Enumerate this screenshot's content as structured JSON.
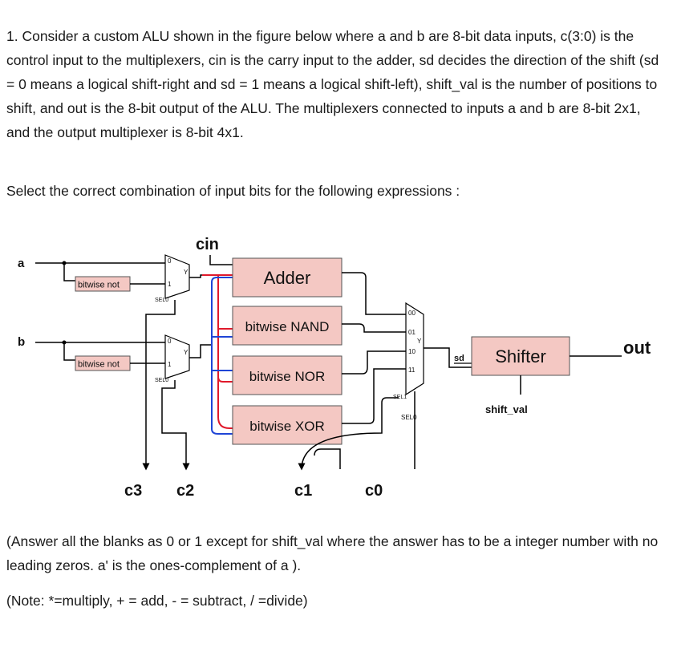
{
  "question": {
    "text": "1. Consider a custom ALU shown in the figure below where  a and b are 8-bit data inputs, c(3:0) is the control input to the multiplexers, cin is the carry input to the adder, sd decides the direction of the shift (sd = 0 means a logical shift-right and sd = 1 means a logical shift-left), shift_val is the number of positions to shift, and out is the 8-bit output of the ALU. The multiplexers connected to inputs a and b are 8-bit 2x1, and the output multiplexer is 8-bit 4x1.",
    "select_prompt": "Select the correct combination of input bits for the following expressions :",
    "answer_instructions": "(Answer all the blanks as 0 or 1 except for shift_val where the answer has to be a integer number with no leading zeros. a' is the ones-complement of a ).",
    "note": "(Note:  *=multiply, + = add,  - = subtract, / =divide)"
  },
  "diagram": {
    "inputs": {
      "a": "a",
      "b": "b",
      "cin": "cin"
    },
    "inverters": {
      "a": "bitwise not",
      "b": "bitwise not"
    },
    "mux_labels": {
      "in0": "0",
      "in1": "1",
      "out": "Y",
      "sel": "SEL0"
    },
    "out_mux": {
      "in0": "00",
      "in1": "01",
      "in2": "10",
      "in3": "11",
      "out": "Y",
      "sel1": "SEL1",
      "sel0": "SEL0"
    },
    "blocks": {
      "adder": "Adder",
      "nand": "bitwise NAND",
      "nor": "bitwise NOR",
      "xor": "bitwise XOR",
      "shifter": "Shifter"
    },
    "shifter": {
      "sd": "sd",
      "shift_val": "shift_val",
      "out": "out"
    },
    "controls": {
      "c3": "c3",
      "c2": "c2",
      "c1": "c1",
      "c0": "c0"
    },
    "colors": {
      "wire": "#000000",
      "a_bus": "#e0192b",
      "b_bus": "#1f45d6",
      "block_fill": "#f4c8c3"
    }
  }
}
